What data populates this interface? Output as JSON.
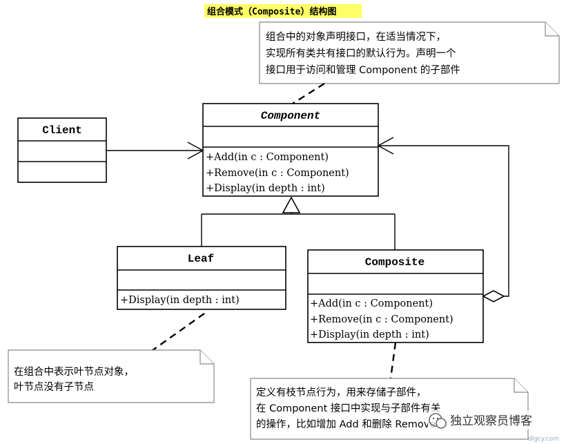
{
  "title": "组合模式（Composite）结构图",
  "classes": {
    "component": {
      "name": "Component",
      "operations": [
        "+Add(in c : Component)",
        "+Remove(in c : Component)",
        "+Display(in depth : int)"
      ]
    },
    "client": {
      "name": "Client"
    },
    "leaf": {
      "name": "Leaf",
      "operations": [
        "+Display(in depth : int)"
      ]
    },
    "composite": {
      "name": "Composite",
      "operations": [
        "+Add(in c : Component)",
        "+Remove(in c : Component)",
        "+Display(in depth : int)"
      ]
    }
  },
  "notes": {
    "component": [
      "组合中的对象声明接口，在适当情况下，",
      "实现所有类共有接口的默认行为。声明一个",
      "接口用于访问和管理 Component 的子部件"
    ],
    "leaf": [
      "在组合中表示叶节点对象，",
      "叶节点没有子节点"
    ],
    "composite": [
      "定义有枝节点行为，用来存储子部件，",
      "在 Component 接口中实现与子部件有关",
      "的操作，比如增加 Add 和删除 Remove"
    ]
  },
  "watermark": {
    "text": "独立观察员博客",
    "url": "dlgcy.com"
  }
}
